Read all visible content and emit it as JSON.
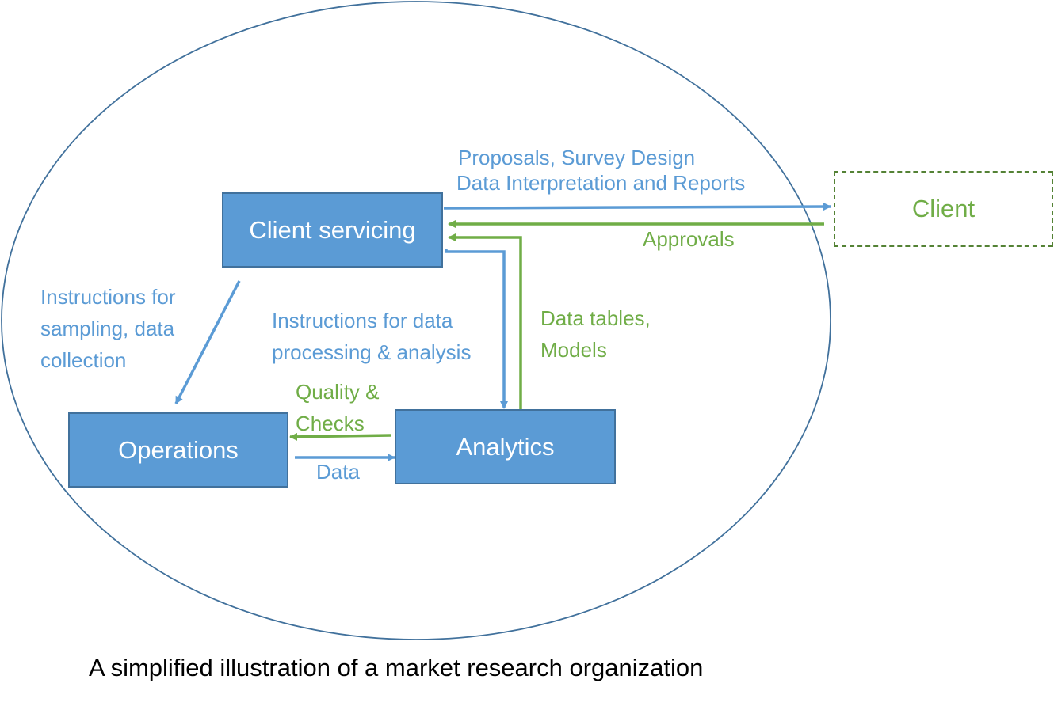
{
  "colors": {
    "box_fill": "#5b9bd5",
    "box_border": "#41719c",
    "flow_blue": "#5b9bd5",
    "flow_green": "#70ad47",
    "client_border": "#548235",
    "boundary": "#41719c"
  },
  "nodes": {
    "client_servicing": "Client servicing",
    "operations": "Operations",
    "analytics": "Analytics",
    "client": "Client"
  },
  "edges": {
    "to_client_line1": "Proposals, Survey Design",
    "to_client_line2": "Data Interpretation and Reports",
    "approvals": "Approvals",
    "sampling_line1": "Instructions for",
    "sampling_line2": "sampling, data",
    "sampling_line3": "collection",
    "processing_line1": "Instructions for data",
    "processing_line2": "processing & analysis",
    "data_tables_line1": "Data tables,",
    "data_tables_line2": "Models",
    "quality_line1": "Quality &",
    "quality_line2": "Checks",
    "data": "Data"
  },
  "caption": "A simplified illustration of a market research organization"
}
